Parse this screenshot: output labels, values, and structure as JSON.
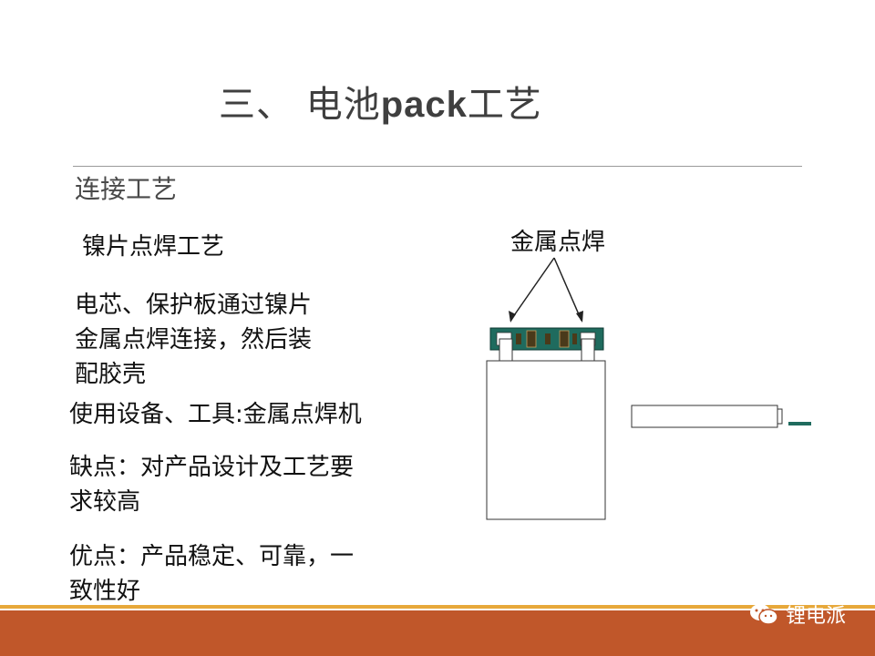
{
  "slide": {
    "title_prefix": "三、",
    "title_cn1": "电池",
    "title_latin": "pack",
    "title_cn2": "工艺",
    "subtitle": "连接工艺"
  },
  "content": {
    "heading": "镍片点焊工艺",
    "desc_line1": "电芯、保护板通过镍片",
    "desc_line2": "金属点焊连接，然后装",
    "desc_line3": "配胶壳",
    "equipment": "使用设备、工具:金属点焊机",
    "cons_line1": "缺点：对产品设计及工艺要",
    "cons_line2": "求较高",
    "pros_line1": "优点：产品稳定、可靠，一",
    "pros_line2": "致性好"
  },
  "diagram": {
    "label": "金属点焊",
    "colors": {
      "pcb": "#1f6b5e",
      "component": "#4a3a1a",
      "outline": "#333333"
    }
  },
  "footer": {
    "watermark": "锂电派",
    "bar_color": "#c0572a",
    "accent_color": "#e7a83a"
  }
}
